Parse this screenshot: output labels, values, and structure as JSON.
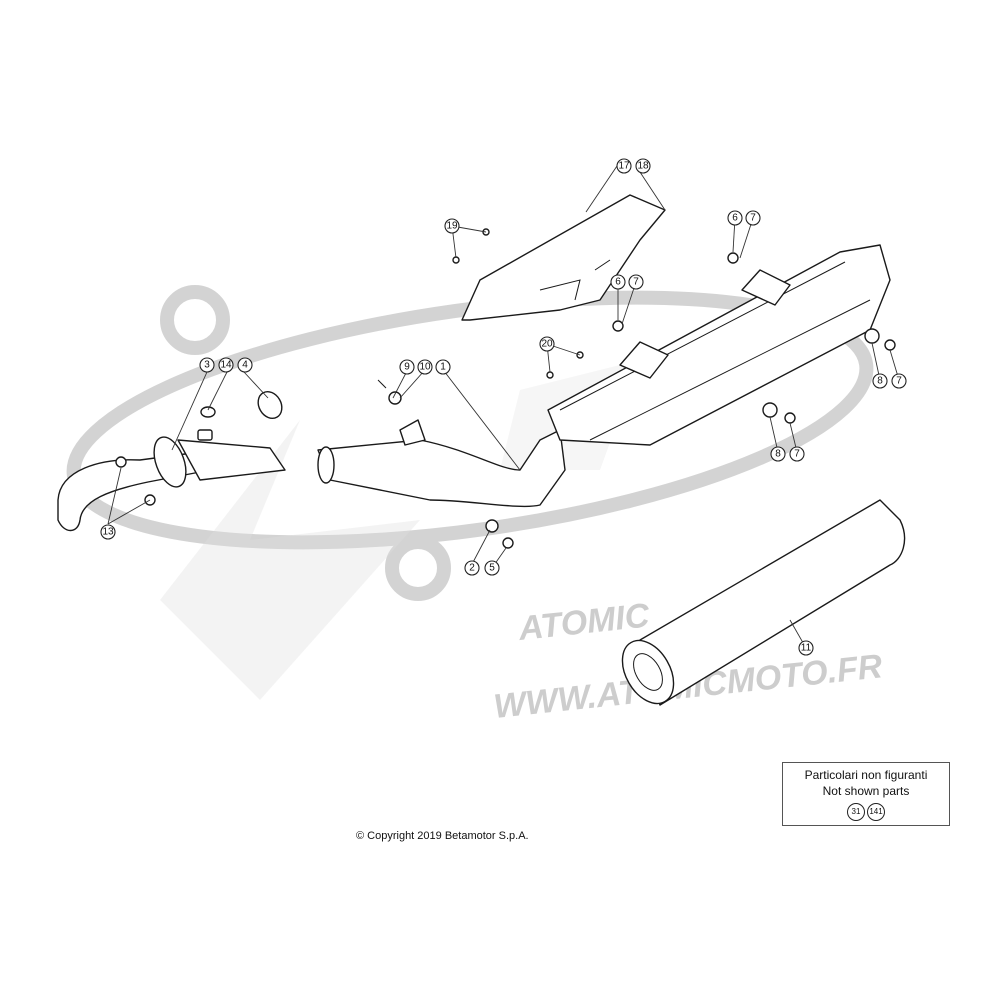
{
  "watermark": {
    "brand": "ATOMIC",
    "site": "WWW.ATOMICMOTO.FR"
  },
  "labels": {
    "l1": "1",
    "l2": "2",
    "l3": "3",
    "l4": "4",
    "l5": "5",
    "l6a": "6",
    "l7a": "7",
    "l6b": "6",
    "l7b": "7",
    "l8a": "8",
    "l7c": "7",
    "l8b": "8",
    "l7d": "7",
    "l9": "9",
    "l10": "10",
    "l11": "11",
    "l13": "13",
    "l14": "14",
    "l17": "17",
    "l18": "18",
    "l19": "19",
    "l20": "20"
  },
  "note": {
    "line1": "Particolari non figuranti",
    "line2": "Not shown parts",
    "codes": [
      "31",
      "141"
    ]
  },
  "copyright": "© Copyright 2019 Betamotor S.p.A."
}
